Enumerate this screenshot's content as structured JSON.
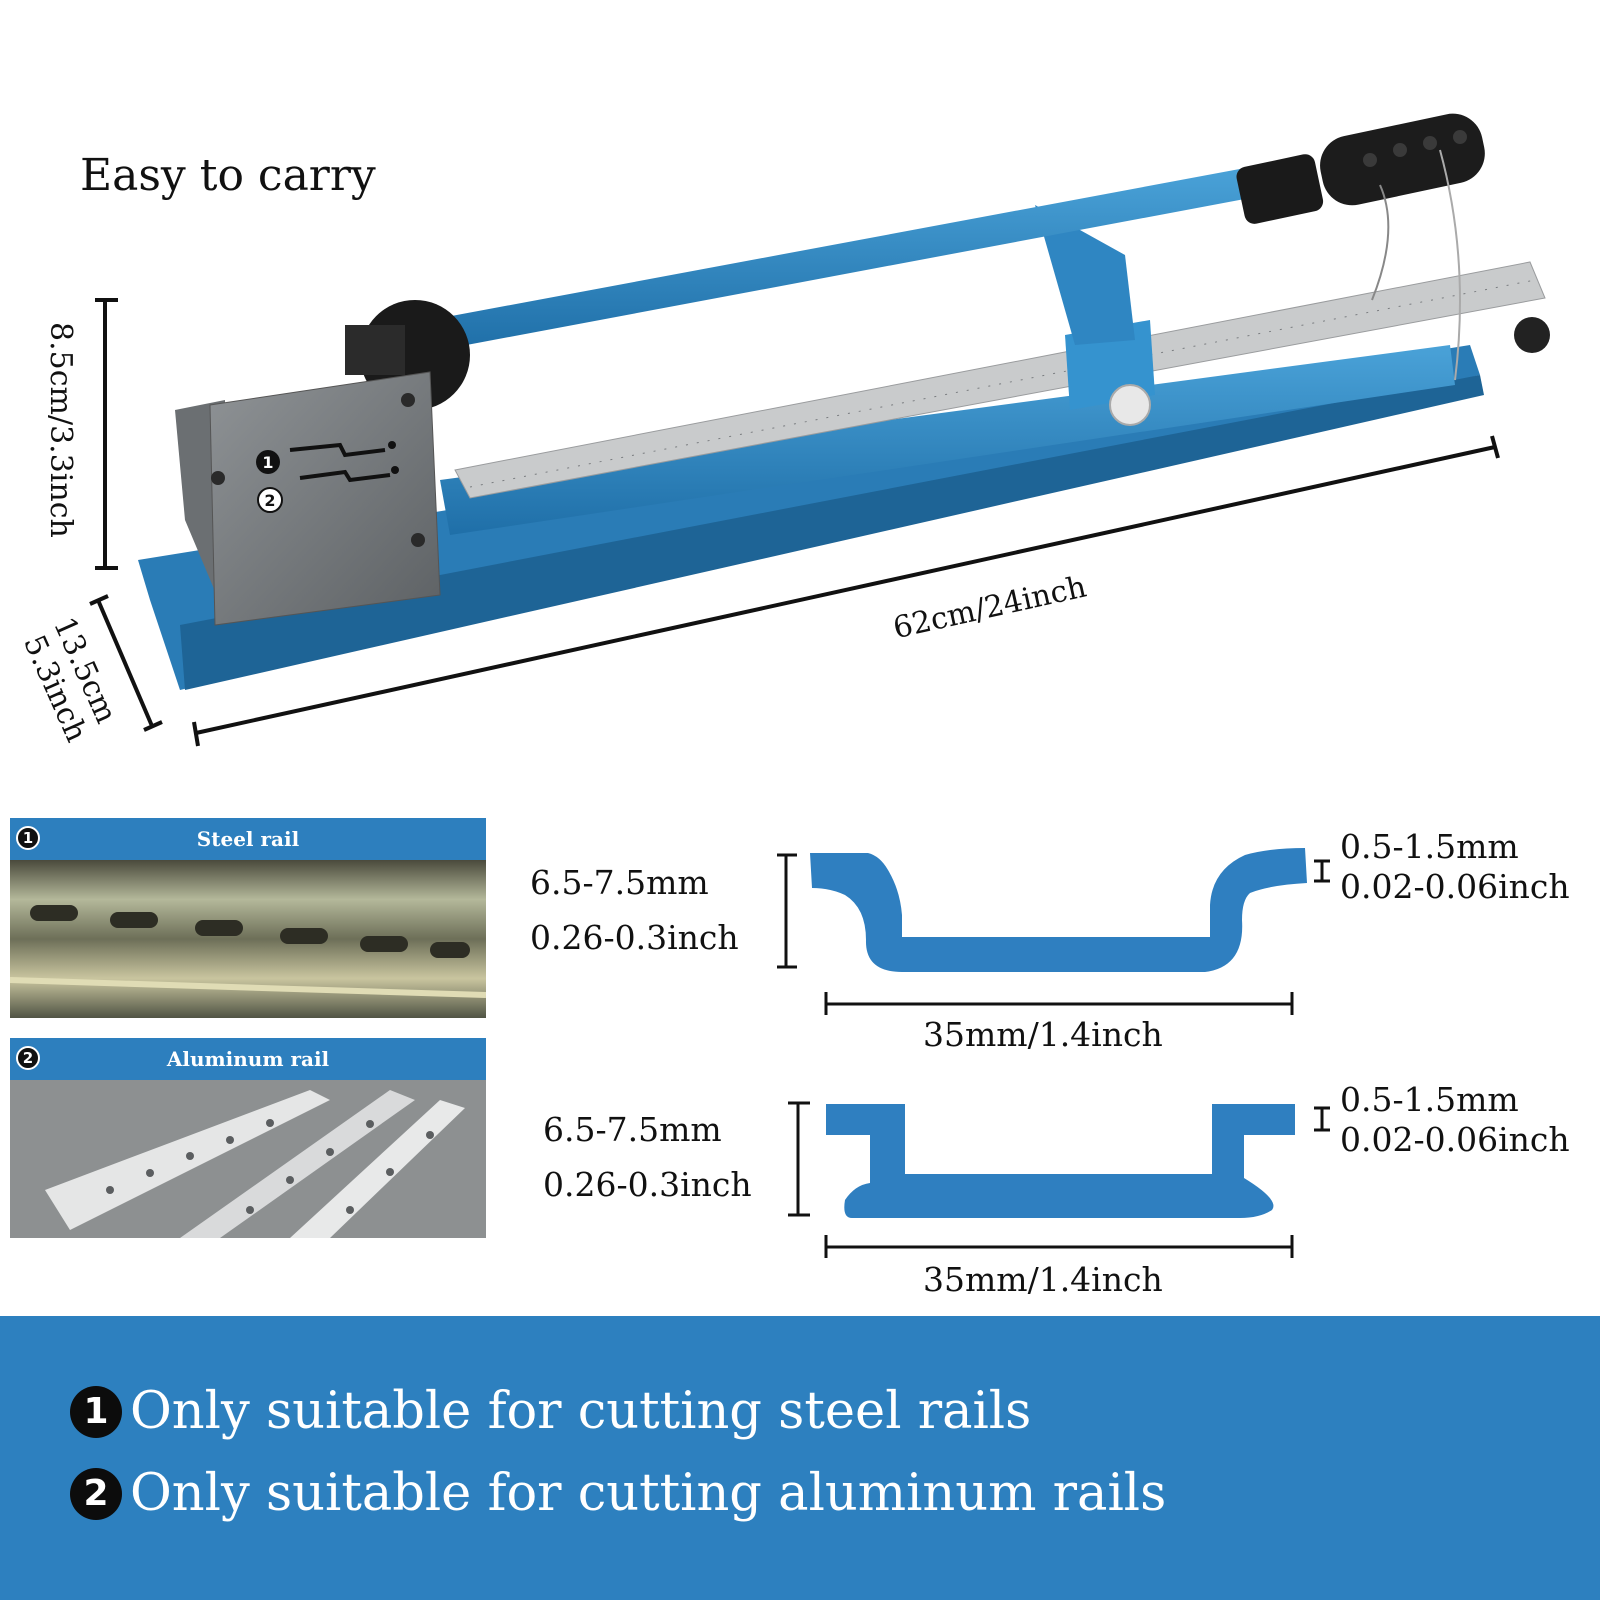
{
  "headline": "Easy to carry",
  "dimensions": {
    "height": "8.5cm/3.3inch",
    "width_cm": "13.5cm",
    "width_inch": "5.3inch",
    "length": "62cm/24inch"
  },
  "die_marks": [
    "1",
    "2"
  ],
  "photos": [
    {
      "number": "1",
      "label": "Steel rail"
    },
    {
      "number": "2",
      "label": "Aluminum rail"
    }
  ],
  "profiles": [
    {
      "height_mm": "6.5-7.5mm",
      "height_inch": "0.26-0.3inch",
      "thickness_mm": "0.5-1.5mm",
      "thickness_inch": "0.02-0.06inch",
      "width": "35mm/1.4inch"
    },
    {
      "height_mm": "6.5-7.5mm",
      "height_inch": "0.26-0.3inch",
      "thickness_mm": "0.5-1.5mm",
      "thickness_inch": "0.02-0.06inch",
      "width": "35mm/1.4inch"
    }
  ],
  "notes": [
    {
      "number": "1",
      "text": "Only suitable for cutting steel rails"
    },
    {
      "number": "2",
      "text": "Only suitable for cutting aluminum rails"
    }
  ],
  "colors": {
    "tool_blue": "#2f86c2",
    "band_blue": "#2d80bf",
    "profile_blue": "#2f7fc0"
  }
}
